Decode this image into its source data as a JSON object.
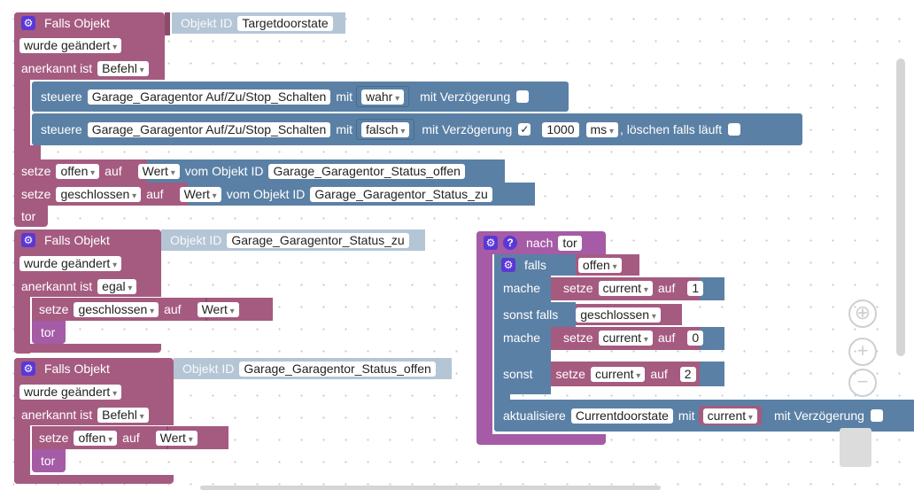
{
  "b1": {
    "header": "Falls Objekt",
    "objid_label": "Objekt ID",
    "objid_value": "Targetdoorstate",
    "row2": "wurde geändert",
    "row3_label": "anerkannt ist",
    "row3_value": "Befehl",
    "s1": {
      "label": "steuere",
      "target": "Garage_Garagentor Auf/Zu/Stop_Schalten",
      "mit": "mit",
      "value": "wahr",
      "delay": "mit Verzögerung",
      "checked": ""
    },
    "s2": {
      "label": "steuere",
      "target": "Garage_Garagentor Auf/Zu/Stop_Schalten",
      "mit": "mit",
      "value": "falsch",
      "delay": "mit Verzögerung",
      "checked": "✓",
      "ms_value": "1000",
      "ms_unit": "ms",
      "clear": ", löschen falls läuft"
    },
    "set1": {
      "label": "setze",
      "var": "offen",
      "auf": "auf",
      "wert": "Wert",
      "vom": "vom Objekt ID",
      "obj": "Garage_Garagentor_Status_offen"
    },
    "set2": {
      "label": "setze",
      "var": "geschlossen",
      "auf": "auf",
      "wert": "Wert",
      "vom": "vom Objekt ID",
      "obj": "Garage_Garagentor_Status_zu"
    },
    "tor": "tor"
  },
  "b2": {
    "header": "Falls Objekt",
    "objid_label": "Objekt ID",
    "objid_value": "Garage_Garagentor_Status_zu",
    "row2": "wurde geändert",
    "row3_label": "anerkannt ist",
    "row3_value": "egal",
    "set": {
      "label": "setze",
      "var": "geschlossen",
      "auf": "auf",
      "wert": "Wert"
    },
    "tor": "tor"
  },
  "b3": {
    "header": "Falls Objekt",
    "objid_label": "Objekt ID",
    "objid_value": "Garage_Garagentor_Status_offen",
    "row2": "wurde geändert",
    "row3_label": "anerkannt ist",
    "row3_value": "Befehl",
    "set": {
      "label": "setze",
      "var": "offen",
      "auf": "auf",
      "wert": "Wert"
    },
    "tor": "tor"
  },
  "fn": {
    "header": "nach",
    "name": "tor",
    "falls": "falls",
    "falls_var": "offen",
    "mache": "mache",
    "set_label": "setze",
    "set_var": "current",
    "auf": "auf",
    "v1": "1",
    "sonst_falls": "sonst falls",
    "sf_var": "geschlossen",
    "v2": "0",
    "sonst": "sonst",
    "v3": "2",
    "upd": "aktualisiere",
    "upd_obj": "Currentdoorstate",
    "upd_mit": "mit",
    "upd_val": "current",
    "upd_delay": "mit Verzögerung"
  },
  "colors": {
    "event": "#a55b80",
    "action": "#5b80a5",
    "function": "#a55ba5",
    "icon": "#5a38d6"
  },
  "icons": {
    "gear": "⚙",
    "help": "?",
    "target": "⊕",
    "zoom_in": "+",
    "zoom_out": "−"
  }
}
